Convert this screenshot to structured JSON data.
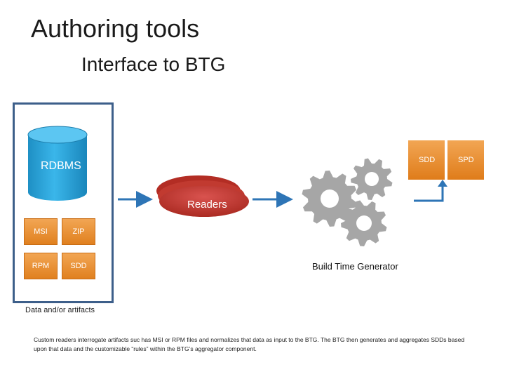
{
  "title": "Authoring tools",
  "subtitle": "Interface to BTG",
  "database": {
    "label": "RDBMS"
  },
  "artifacts": [
    {
      "label": "MSI"
    },
    {
      "label": "ZIP"
    },
    {
      "label": "RPM"
    },
    {
      "label": "SDD"
    }
  ],
  "container_caption": "Data and/or artifacts",
  "readers": {
    "label": "Readers"
  },
  "generator": {
    "label": "Build Time Generator"
  },
  "outputs": [
    {
      "label": "SDD"
    },
    {
      "label": "SPD"
    }
  ],
  "note": "Custom readers interrogate artifacts suc has MSI or RPM files and normalizes that data as input to the BTG.  The BTG then generates and aggregates SDDs based upon that data and the customizable “rules” within the BTG’s aggregator component.",
  "colors": {
    "database": "#29a3d9",
    "container_border": "#3d5f8a",
    "tile": "#e8862a",
    "readers": "#c0392b",
    "arrow": "#2e75b6",
    "gear": "#a6a6a6"
  },
  "icons": [
    "database-cylinder-icon",
    "gear-icon",
    "right-arrow-icon",
    "up-arrow-icon"
  ]
}
